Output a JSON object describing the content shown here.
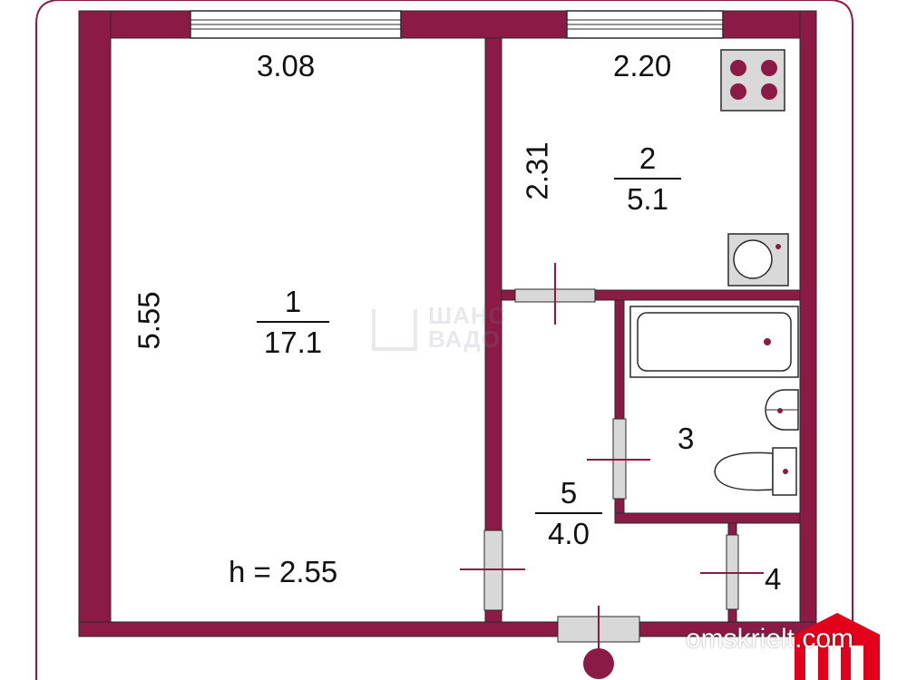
{
  "colors": {
    "wall": "#8b1a45",
    "outline": "#2a2a2a",
    "window_bg": "#ffffff",
    "door_opening": "#d8d8d8",
    "fixture_bg": "#d9d9d9",
    "logo_red": "#e2001a"
  },
  "rooms": [
    {
      "number": "1",
      "area": "17.1"
    },
    {
      "number": "2",
      "area": "5.1"
    },
    {
      "number": "3"
    },
    {
      "number": "4"
    },
    {
      "number": "5",
      "area": "4.0"
    }
  ],
  "dimensions": {
    "room1_width": "3.08",
    "room1_length": "5.55",
    "room2_width": "2.20",
    "room2_length": "2.31"
  },
  "ceiling_height": "h = 2.55",
  "watermark": {
    "line1": "ШАНС",
    "line2": "ВАДО"
  },
  "brand": {
    "site": "omskrielt.com",
    "logo_icon": "house-logo-icon"
  }
}
